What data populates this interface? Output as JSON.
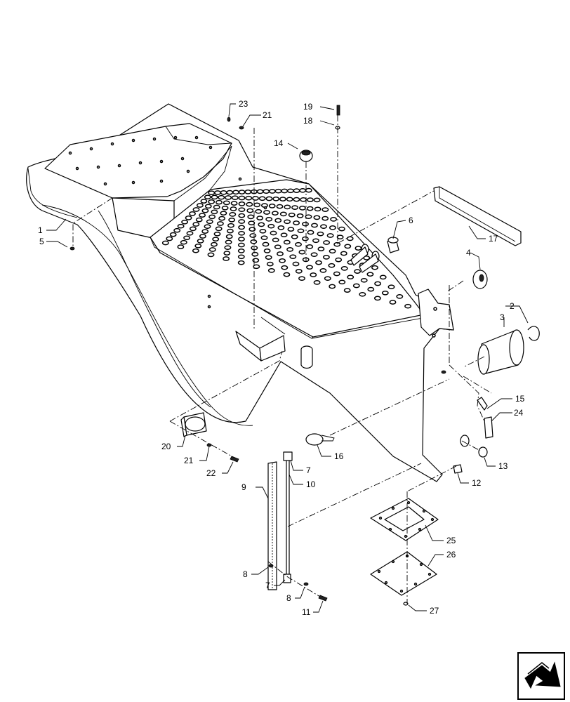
{
  "callouts": [
    {
      "id": "c1",
      "text": "1"
    },
    {
      "id": "c2",
      "text": "2"
    },
    {
      "id": "c3",
      "text": "3"
    },
    {
      "id": "c4",
      "text": "4"
    },
    {
      "id": "c5",
      "text": "5"
    },
    {
      "id": "c6",
      "text": "6"
    },
    {
      "id": "c7a",
      "text": "7"
    },
    {
      "id": "c7b",
      "text": "7"
    },
    {
      "id": "c8a",
      "text": "8"
    },
    {
      "id": "c8b",
      "text": "8"
    },
    {
      "id": "c9",
      "text": "9"
    },
    {
      "id": "c10",
      "text": "10"
    },
    {
      "id": "c11",
      "text": "11"
    },
    {
      "id": "c12",
      "text": "12"
    },
    {
      "id": "c13",
      "text": "13"
    },
    {
      "id": "c14",
      "text": "14"
    },
    {
      "id": "c15",
      "text": "15"
    },
    {
      "id": "c16",
      "text": "16"
    },
    {
      "id": "c17",
      "text": "17"
    },
    {
      "id": "c18",
      "text": "18"
    },
    {
      "id": "c19",
      "text": "19"
    },
    {
      "id": "c20",
      "text": "20"
    },
    {
      "id": "c21a",
      "text": "21"
    },
    {
      "id": "c21b",
      "text": "21"
    },
    {
      "id": "c22",
      "text": "22"
    },
    {
      "id": "c23",
      "text": "23"
    },
    {
      "id": "c24",
      "text": "24"
    },
    {
      "id": "c25",
      "text": "25"
    },
    {
      "id": "c26",
      "text": "26"
    },
    {
      "id": "c27",
      "text": "27"
    }
  ],
  "nav_icon": "next-page-arrow-icon"
}
